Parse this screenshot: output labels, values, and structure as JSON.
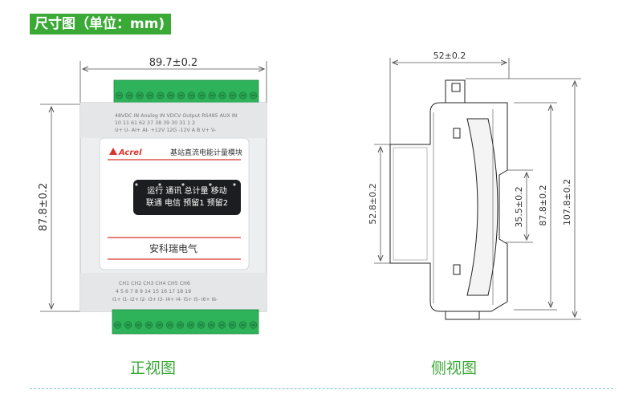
{
  "header": {
    "title": "尺寸图（单位：mm)"
  },
  "front_view": {
    "caption": "正视图",
    "dim_width": "89.7±0.2",
    "dim_height": "87.8±0.2",
    "top_labels_row1": "48VDC IN Analog IN VDCV Output RS485    AUX IN",
    "top_labels_row2": "10  11  61  62  37  38  39  30  31     1    2",
    "top_labels_row3": "U+ U- AI+ AI- +12V 12G -12V  A   B     V+  V-",
    "brand": "Acrel",
    "product_name": "基站直流电能计量模块",
    "indicators_row1": "运行 通讯 总计量 移动",
    "indicators_row2": "联通 电信 预留1 预留2",
    "company": "安科瑞电气",
    "bottom_labels_row1": "CH1   CH2   CH3   CH4   CH5   CH6",
    "bottom_labels_row2": "4  5  6  7  8  9  14  15  16  17  18  19",
    "bottom_labels_row3": "I1+ I1- I2+ I2- I3+ I3- I4+ I4- I5+ I5- I6+ I6-"
  },
  "side_view": {
    "caption": "侧视图",
    "dim_top": "52±0.2",
    "dim_left": "52.8±0.2",
    "dim_inner": "35.5±0.2",
    "dim_mid": "87.8±0.2",
    "dim_right": "107.8±0.2"
  },
  "colors": {
    "accent_green": "#3aa935",
    "terminal_green": "#2fb35a",
    "dim_line": "#6a6a6a",
    "logo_red": "#d8342c"
  }
}
